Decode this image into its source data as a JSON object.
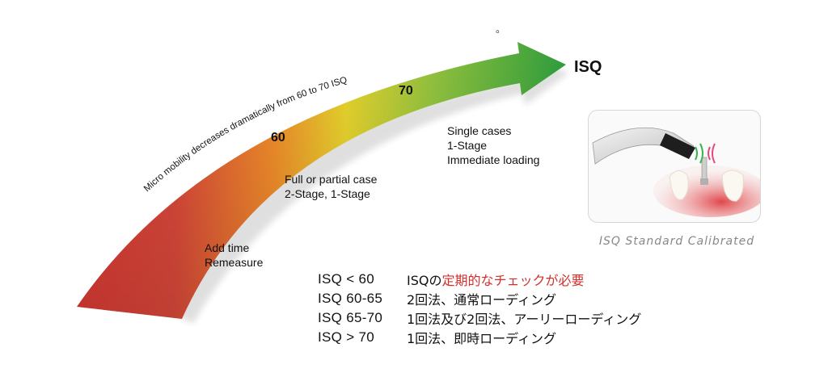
{
  "arrow": {
    "curve_text": "Micro mobility decreases dramatically from 60 to 70 ISQ",
    "marker_60": "60",
    "marker_70": "70",
    "head_label": "ISQ",
    "dot": "。",
    "colors": {
      "red": "#d93a34",
      "orange": "#ef8b2a",
      "yellow": "#e6d22c",
      "green": "#2e9d3c"
    }
  },
  "annotations": {
    "add_time": [
      "Add time",
      "Remeasure"
    ],
    "full_partial": [
      "Full or partial case",
      "2-Stage, 1-Stage"
    ],
    "single_cases": [
      "Single cases",
      "1-Stage",
      "Immediate loading"
    ]
  },
  "device": {
    "caption": "ISQ Standard Calibrated"
  },
  "table": {
    "rows": [
      {
        "range": "ISQ < 60",
        "desc_plain": "ISQの",
        "desc_highlight": "定期的なチェックが必要"
      },
      {
        "range": "ISQ 60-65",
        "desc_plain": "2回法、通常ローディング",
        "desc_highlight": ""
      },
      {
        "range": "ISQ 65-70",
        "desc_plain": "1回法及び2回法、アーリーローディング",
        "desc_highlight": ""
      },
      {
        "range": "ISQ > 70",
        "desc_plain": "1回法、即時ローディング",
        "desc_highlight": ""
      }
    ],
    "highlight_color": "#d0312d"
  }
}
